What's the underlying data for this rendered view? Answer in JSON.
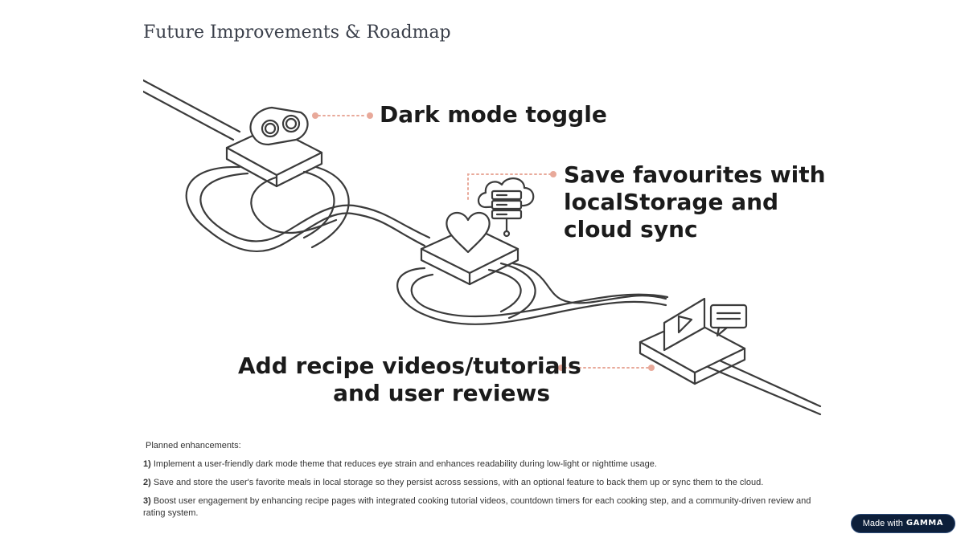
{
  "page": {
    "title": "Future Improvements & Roadmap"
  },
  "diagram": {
    "callouts": {
      "dark_mode": "Dark mode toggle",
      "save_line1": "Save favourites with",
      "save_line2": "localStorage and",
      "save_line3": "cloud sync",
      "add_line1": "Add recipe videos/tutorials",
      "add_line2": "and user reviews"
    },
    "icons": [
      "toggle-icon",
      "heart-icon",
      "cloud-server-icon",
      "play-video-icon",
      "chat-bubble-icon"
    ],
    "colors": {
      "line": "#3b3b3b",
      "accent_dot": "#e8a99a"
    }
  },
  "notes": {
    "intro": "Planned enhancements:",
    "items": [
      {
        "num": "1)",
        "text": "Implement a user-friendly dark mode theme that reduces eye strain and enhances readability during low-light or nighttime usage."
      },
      {
        "num": "2)",
        "text": "Save and store the user's favorite meals in local storage so they persist across sessions, with an optional feature to back them up or sync them to the cloud."
      },
      {
        "num": "3)",
        "text": "Boost user engagement by enhancing recipe pages with integrated cooking tutorial videos, countdown timers for each cooking step, and a community-driven review and rating system."
      }
    ]
  },
  "badge": {
    "prefix": "Made with",
    "brand": "GAMMA"
  }
}
